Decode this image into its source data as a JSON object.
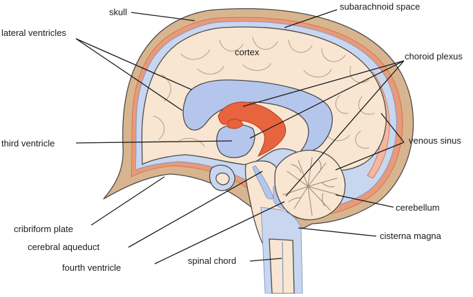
{
  "diagram": {
    "labels": {
      "skull": "skull",
      "subarachnoid_space": "subarachnoid space",
      "lateral_ventricles": "lateral ventricles",
      "cortex": "cortex",
      "choroid_plexus": "choroid plexus",
      "third_ventricle": "third ventricle",
      "venous_sinus": "venous sinus",
      "cerebellum": "cerebellum",
      "cribriform_plate": "cribriform plate",
      "cisterna_magna": "cisterna magna",
      "cerebral_aqueduct": "cerebral aqueduct",
      "fourth_ventricle": "fourth ventricle",
      "spinal_chord": "spinal chord"
    },
    "colors": {
      "skull": "#d8b58e",
      "dura": "#e99a78",
      "csf": "#c9d6f0",
      "ventricle": "#b5c6ec",
      "brain": "#f8e6d2",
      "choroid": "#e8643e",
      "outline": "#4a4a4a"
    }
  }
}
